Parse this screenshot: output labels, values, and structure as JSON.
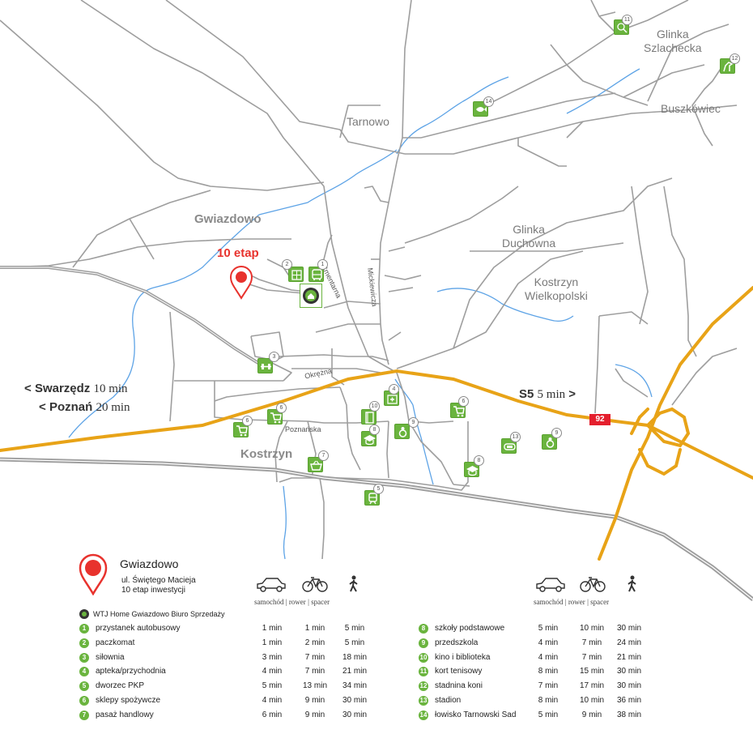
{
  "colors": {
    "road": "#9e9e9e",
    "highway": "#e8a317",
    "river": "#5da3e6",
    "poi": "#6ab43e",
    "pin": "#e8322d",
    "shield": "#e41f2d"
  },
  "map": {
    "places": {
      "glinka_szlachecka": [
        "Glinka",
        "Szlachecka"
      ],
      "tarnowo": "Tarnowo",
      "buszkowiec": "Buszkówiec",
      "gwiazdowo": "Gwiazdowo",
      "glinka_duchowna": [
        "Glinka",
        "Duchowna"
      ],
      "kostrzyn_wlkp": [
        "Kostrzyn",
        "Wielkopolski"
      ],
      "kostrzyn": "Kostrzyn"
    },
    "etap_label": "10 etap",
    "streets": {
      "cmentarna": "Cmentarna",
      "mickiewicza": "Mickiewicza",
      "okrezna": "Okrężna",
      "poznanska": "Poznańska"
    },
    "directions": {
      "swarzedz": {
        "arrow": "<",
        "name": "Swarzędz",
        "time": "10 min"
      },
      "poznan": {
        "arrow": "<",
        "name": "Poznań",
        "time": "20 min"
      },
      "s5": {
        "name": "S5",
        "time": "5 min",
        "arrow": ">"
      }
    },
    "road_shield": "92",
    "poi_markers": [
      {
        "num": "11",
        "icon": "tennis-icon"
      },
      {
        "num": "12",
        "icon": "horse-icon"
      },
      {
        "num": "14",
        "icon": "fish-icon"
      },
      {
        "num": "2",
        "icon": "parcel-locker-icon"
      },
      {
        "num": "1",
        "icon": "bus-icon"
      },
      {
        "num": "3",
        "icon": "dumbbell-icon"
      },
      {
        "num": "4",
        "icon": "pharmacy-icon"
      },
      {
        "num": "6",
        "icon": "cart-icon"
      },
      {
        "num": "6",
        "icon": "cart-icon"
      },
      {
        "num": "6",
        "icon": "cart-icon"
      },
      {
        "num": "10",
        "icon": "book-icon"
      },
      {
        "num": "8",
        "icon": "school-icon"
      },
      {
        "num": "9",
        "icon": "pacifier-icon"
      },
      {
        "num": "13",
        "icon": "stadium-icon"
      },
      {
        "num": "9",
        "icon": "pacifier-icon"
      },
      {
        "num": "7",
        "icon": "basket-icon"
      },
      {
        "num": "8",
        "icon": "school-icon"
      },
      {
        "num": "5",
        "icon": "train-icon"
      }
    ]
  },
  "legend": {
    "site_name": "Gwiazdowo",
    "site_street": "ul. Świętego Macieja",
    "site_stage": "10 etap inwestycji",
    "office": "WTJ Home Gwiazdowo Biuro Sprzedaży",
    "modes": {
      "car": "samochód",
      "bike": "rower",
      "walk": "spacer",
      "sep": "|"
    },
    "left": [
      {
        "num": "1",
        "name": "przystanek autobusowy",
        "car": "1 min",
        "bike": "1 min",
        "walk": "5 min"
      },
      {
        "num": "2",
        "name": "paczkomat",
        "car": "1 min",
        "bike": "2 min",
        "walk": "5 min"
      },
      {
        "num": "3",
        "name": "siłownia",
        "car": "3 min",
        "bike": "7 min",
        "walk": "18 min"
      },
      {
        "num": "4",
        "name": "apteka/przychodnia",
        "car": "4 min",
        "bike": "7 min",
        "walk": "21 min"
      },
      {
        "num": "5",
        "name": "dworzec PKP",
        "car": "5 min",
        "bike": "13 min",
        "walk": "34 min"
      },
      {
        "num": "6",
        "name": "sklepy spożywcze",
        "car": "4 min",
        "bike": "9 min",
        "walk": "30 min"
      },
      {
        "num": "7",
        "name": "pasaż handlowy",
        "car": "6 min",
        "bike": "9 min",
        "walk": "30 min"
      }
    ],
    "right": [
      {
        "num": "8",
        "name": "szkoły podstawowe",
        "car": "5 min",
        "bike": "10 min",
        "walk": "30 min"
      },
      {
        "num": "9",
        "name": "przedszkola",
        "car": "4 min",
        "bike": "7 min",
        "walk": "24 min"
      },
      {
        "num": "10",
        "name": "kino i biblioteka",
        "car": "4  min",
        "bike": "7  min",
        "walk": "21 min"
      },
      {
        "num": "11",
        "name": "kort tenisowy",
        "car": "8 min",
        "bike": "15 min",
        "walk": "30 min"
      },
      {
        "num": "12",
        "name": "stadnina koni",
        "car": "7 min",
        "bike": "17 min",
        "walk": "30 min"
      },
      {
        "num": "13",
        "name": "stadion",
        "car": "8 min",
        "bike": "10 min",
        "walk": "36 min"
      },
      {
        "num": "14",
        "name": "łowisko Tarnowski Sad",
        "car": "5 min",
        "bike": "9 min",
        "walk": "38 min"
      }
    ]
  }
}
